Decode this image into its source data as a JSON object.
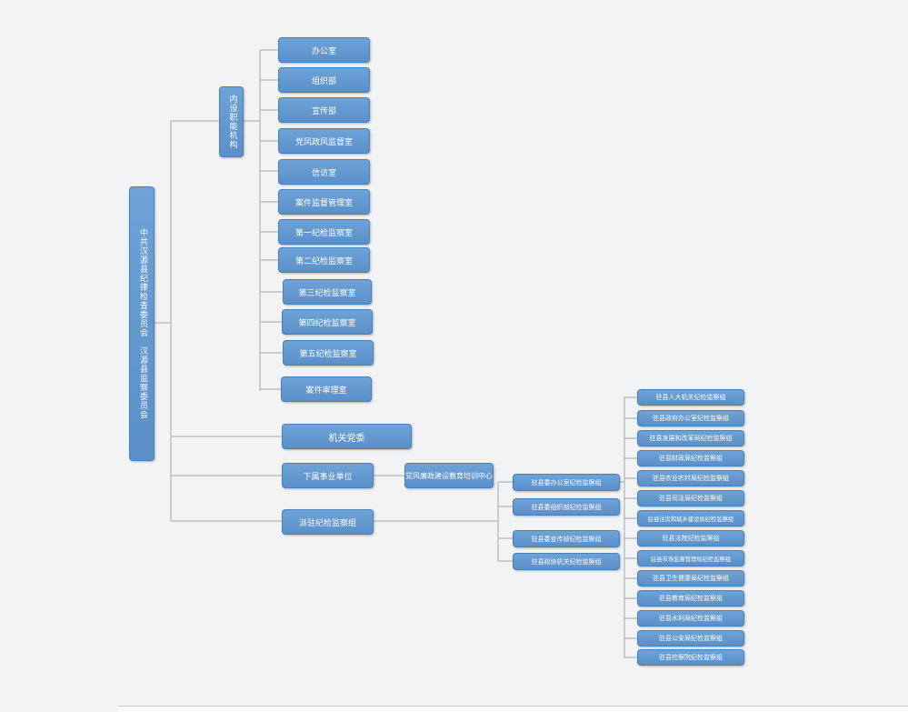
{
  "diagram": {
    "root": "中共汉源县纪律检查委员会　汉源县监察委员会",
    "internal_group": "内设职能机构",
    "departments": [
      "办公室",
      "组织部",
      "宣传部",
      "党风政风监督室",
      "信访室",
      "案件监督管理室",
      "第一纪检监察室",
      "第二纪检监察室",
      "第三纪检监察室",
      "第四纪检监察室",
      "第五纪检监察室",
      "案件审理室"
    ],
    "party_committee": "机关党委",
    "affiliated_units": "下属事业单位",
    "training_center": "党风廉政建设教育培训中心",
    "dispatched": "派驻纪检监察组",
    "dispatched_groups": [
      "驻县委办公室纪检监察组",
      "驻县委组织部纪检监察组",
      "驻县委宣传部纪检监察组",
      "驻县政协机关纪检监察组"
    ],
    "stationed_groups": [
      "驻县人大机关纪检监察组",
      "驻县政府办公室纪检监察组",
      "驻县发展和改革局纪检监察组",
      "驻县财政局纪检监察组",
      "驻县农业农村局纪检监察组",
      "驻县司法局纪检监察组",
      "驻县住房和城乡建设局纪检监察组",
      "驻县法院纪检监察组",
      "驻县市场监督管理局纪检监察组",
      "驻县卫生健康局纪检监察组",
      "驻县教育局纪检监察组",
      "驻县水利局纪检监察组",
      "驻县公安局纪检监察组",
      "驻县检察院纪检监察组"
    ]
  },
  "colors": {
    "node_fill": "#5f95cd",
    "node_border": "#4a7fb8",
    "line": "#a3a6aa",
    "background": "#f2f3f4"
  }
}
